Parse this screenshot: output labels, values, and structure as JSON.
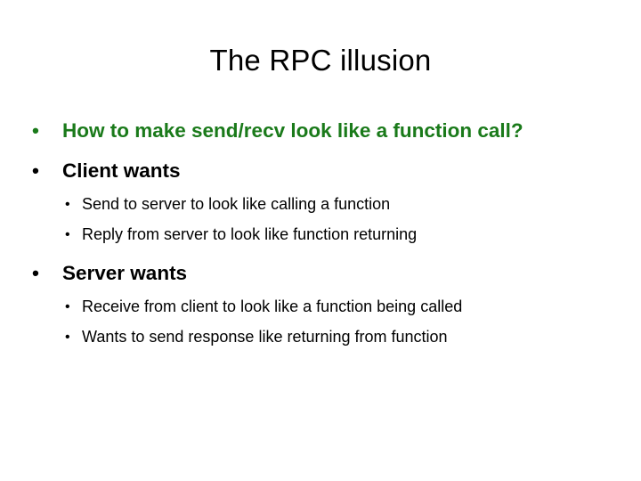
{
  "slide": {
    "title": "The RPC illusion",
    "background_color": "#FFFFFF",
    "title_color": "#000000",
    "accent_color": "#1A7A1A",
    "body_color": "#000000",
    "bullet_glyph": "•",
    "content": [
      {
        "level": 1,
        "text": "How to make send/recv look like a function call?",
        "color": "#1A7A1A",
        "bold": true
      },
      {
        "level": 1,
        "text": "Client wants",
        "color": "#000000",
        "bold": true,
        "children": [
          {
            "level": 2,
            "text": "Send to server to look like calling a function",
            "color": "#000000",
            "bold": false
          },
          {
            "level": 2,
            "text": "Reply from server to look like function returning",
            "color": "#000000",
            "bold": false
          }
        ]
      },
      {
        "level": 1,
        "text": "Server wants",
        "color": "#000000",
        "bold": true,
        "children": [
          {
            "level": 2,
            "text": "Receive from client to look like a function being called",
            "color": "#000000",
            "bold": false
          },
          {
            "level": 2,
            "text": "Wants to send response like returning from function",
            "color": "#000000",
            "bold": false
          }
        ]
      }
    ]
  }
}
